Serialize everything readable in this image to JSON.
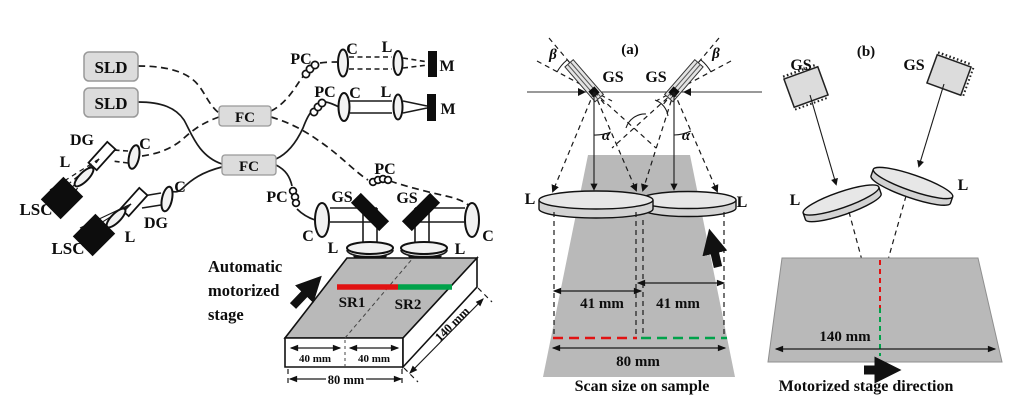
{
  "figure": {
    "left": {
      "sld": "SLD",
      "fc": "FC",
      "pc": "PC",
      "c": "C",
      "l": "L",
      "m": "M",
      "dg": "DG",
      "lsc": "LSC",
      "gs": "GS",
      "stage_line1": "Automatic",
      "stage_line2": "motorized",
      "stage_line3": "stage",
      "sr1": "SR1",
      "sr2": "SR2",
      "dim_40_left": "40 mm",
      "dim_40_right": "40 mm",
      "dim_80": "80 mm",
      "dim_140": "140 mm"
    },
    "panel_a": {
      "title": "(a)",
      "gs": "GS",
      "l": "L",
      "alpha": "α",
      "beta": "β",
      "dim_41_left": "41 mm",
      "dim_41_right": "41 mm",
      "dim_80": "80 mm",
      "caption": "Scan size on sample"
    },
    "panel_b": {
      "title": "(b)",
      "gs": "GS",
      "l": "L",
      "dim_140": "140 mm",
      "caption": "Motorized stage direction"
    }
  },
  "colors": {
    "sr1_red": "#e11212",
    "sr2_green": "#00a24a",
    "stage_gray": "#b9b9b9",
    "box_fill": "#dcdcdc"
  }
}
